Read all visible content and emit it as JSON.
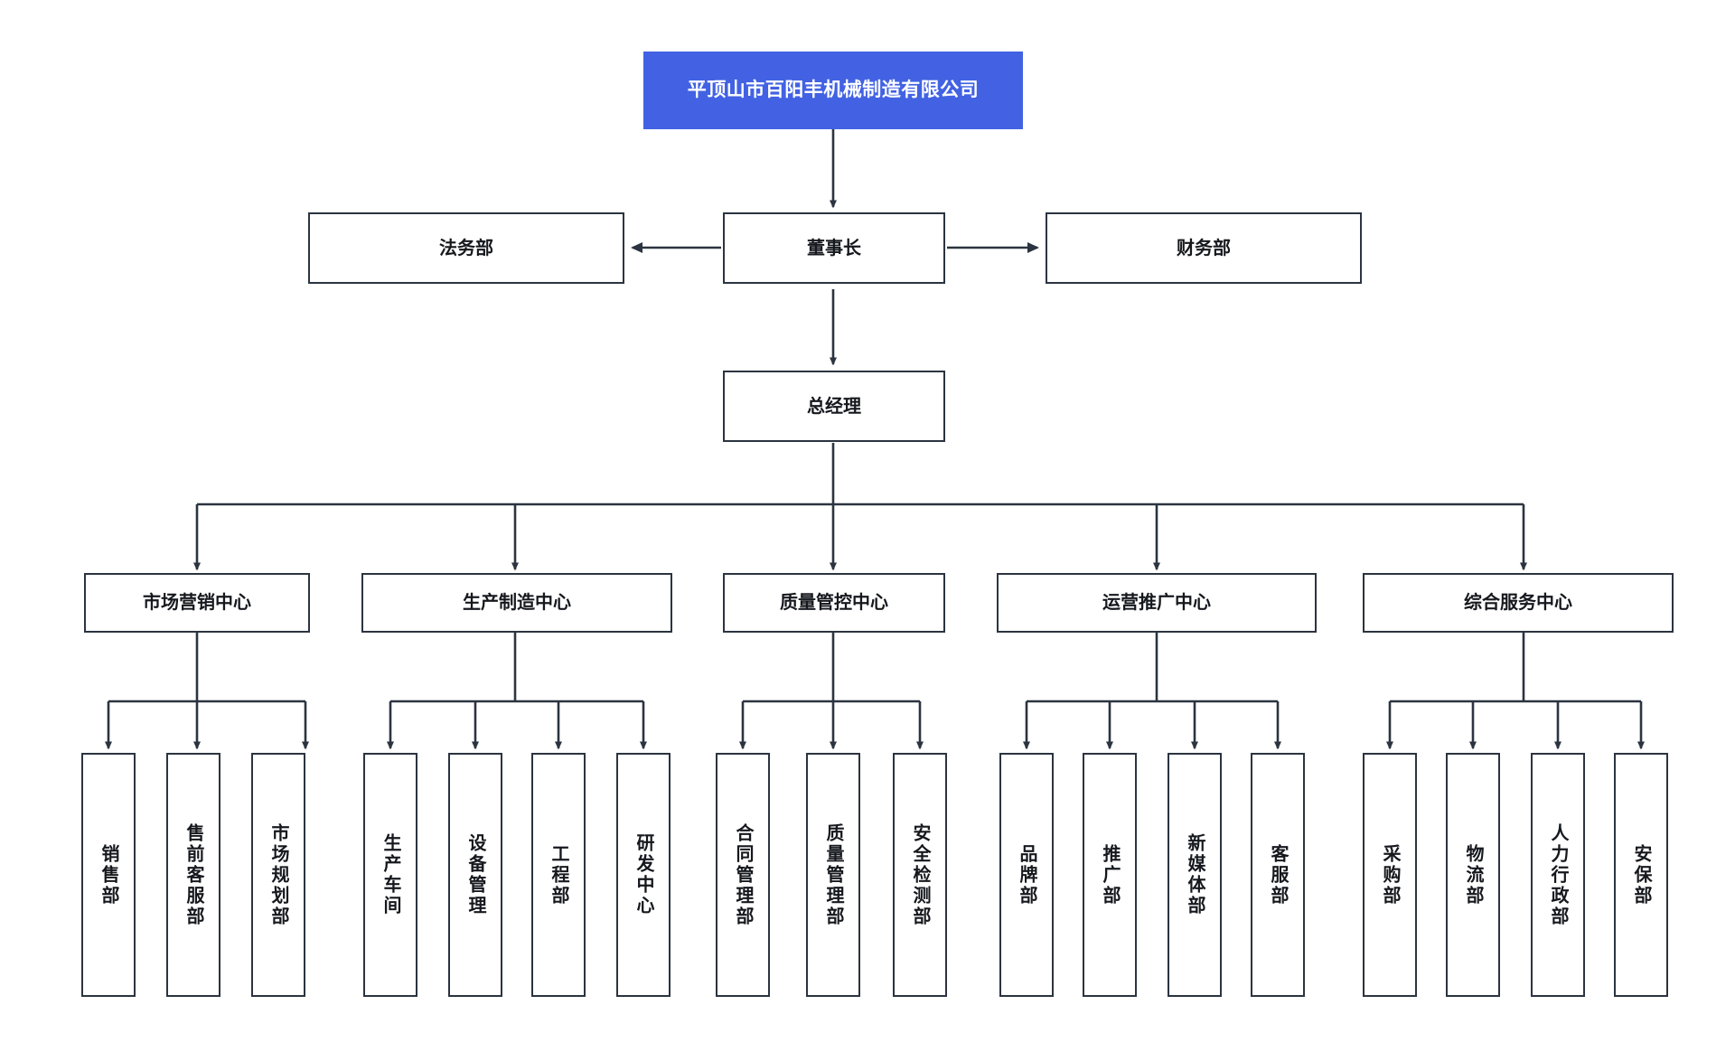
{
  "chart": {
    "type": "org-chart",
    "title": "平顶山市百阳丰机械制造有限公司",
    "colors": {
      "root_fill": "#4262e3",
      "root_text": "#ffffff",
      "node_border": "#2b3440",
      "node_fill": "#ffffff",
      "node_text": "#15181d",
      "connector": "#2b3440",
      "background": "#ffffff"
    }
  },
  "root": {
    "label": "平顶山市百阳丰机械制造有限公司"
  },
  "level2": {
    "left": {
      "label": "法务部"
    },
    "center": {
      "label": "董事长"
    },
    "right": {
      "label": "财务部"
    }
  },
  "level3": {
    "label": "总经理"
  },
  "centers": [
    {
      "label": "市场营销中心",
      "children": [
        {
          "label": "销售部"
        },
        {
          "label": "售前客服部"
        },
        {
          "label": "市场规划部"
        }
      ]
    },
    {
      "label": "生产制造中心",
      "children": [
        {
          "label": "生产车间"
        },
        {
          "label": "设备管理"
        },
        {
          "label": "工程部"
        },
        {
          "label": "研发中心"
        }
      ]
    },
    {
      "label": "质量管控中心",
      "children": [
        {
          "label": "合同管理部"
        },
        {
          "label": "质量管理部"
        },
        {
          "label": "安全检测部"
        }
      ]
    },
    {
      "label": "运营推广中心",
      "children": [
        {
          "label": "品牌部"
        },
        {
          "label": "推广部"
        },
        {
          "label": "新媒体部"
        },
        {
          "label": "客服部"
        }
      ]
    },
    {
      "label": "综合服务中心",
      "children": [
        {
          "label": "采购部"
        },
        {
          "label": "物流部"
        },
        {
          "label": "人力行政部"
        },
        {
          "label": "安保部"
        }
      ]
    }
  ]
}
